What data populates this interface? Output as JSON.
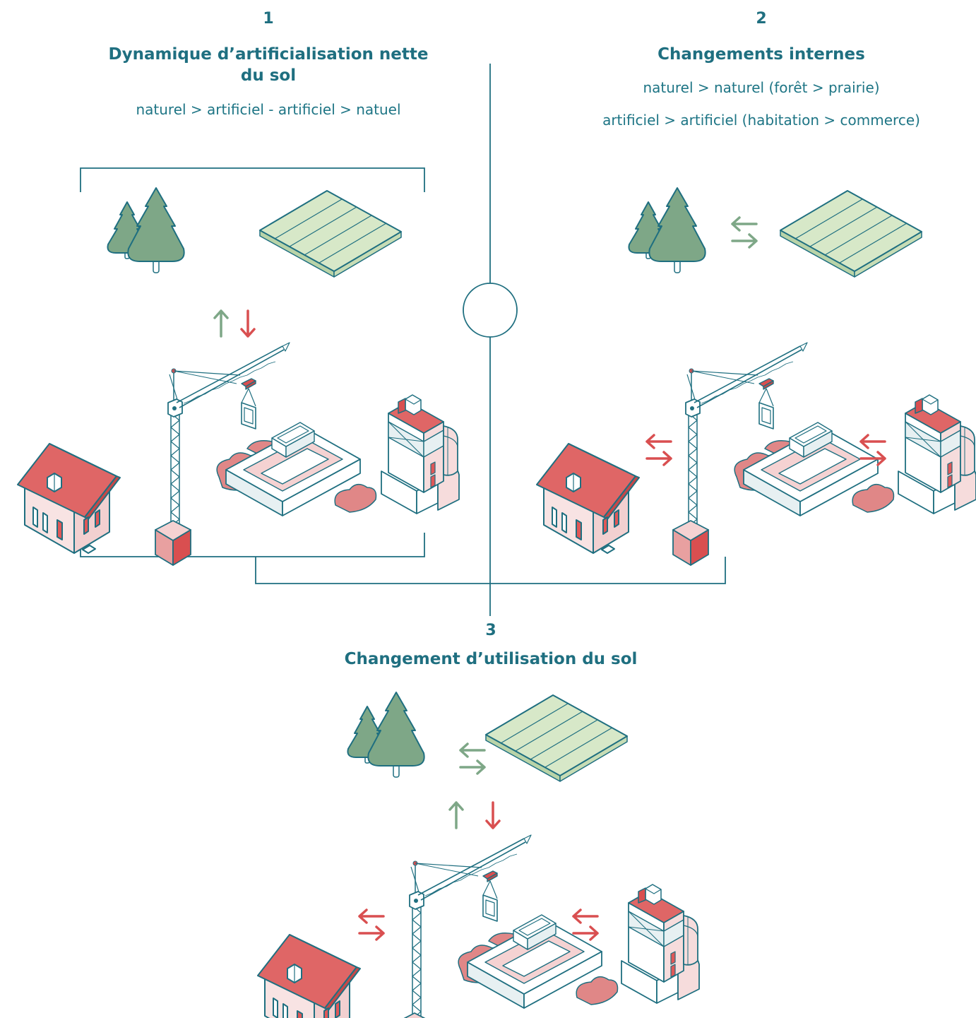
{
  "colors": {
    "teal": "#1f6f80",
    "green_tree": "#7ea787",
    "green_field": "#d7e8c8",
    "green_arrow": "#7ea787",
    "red": "#d94f50",
    "pink": "#f6dcdc",
    "pink_mid": "#e8a0a0",
    "salmon": "#e08787"
  },
  "section1": {
    "number": "1",
    "title_line1": "Dynamique d’artificialisation nette",
    "title_line2": "du sol",
    "subtitle": "naturel > artificiel - artificiel > natuel"
  },
  "section2": {
    "number": "2",
    "title": "Changements internes",
    "subtitle_line1": "naturel > naturel (forêt > prairie)",
    "subtitle_line2": "artificiel > artificiel (habitation > commerce)"
  },
  "section3": {
    "number": "3",
    "title": "Changement d’utilisation du sol"
  },
  "plus_symbol": "+"
}
